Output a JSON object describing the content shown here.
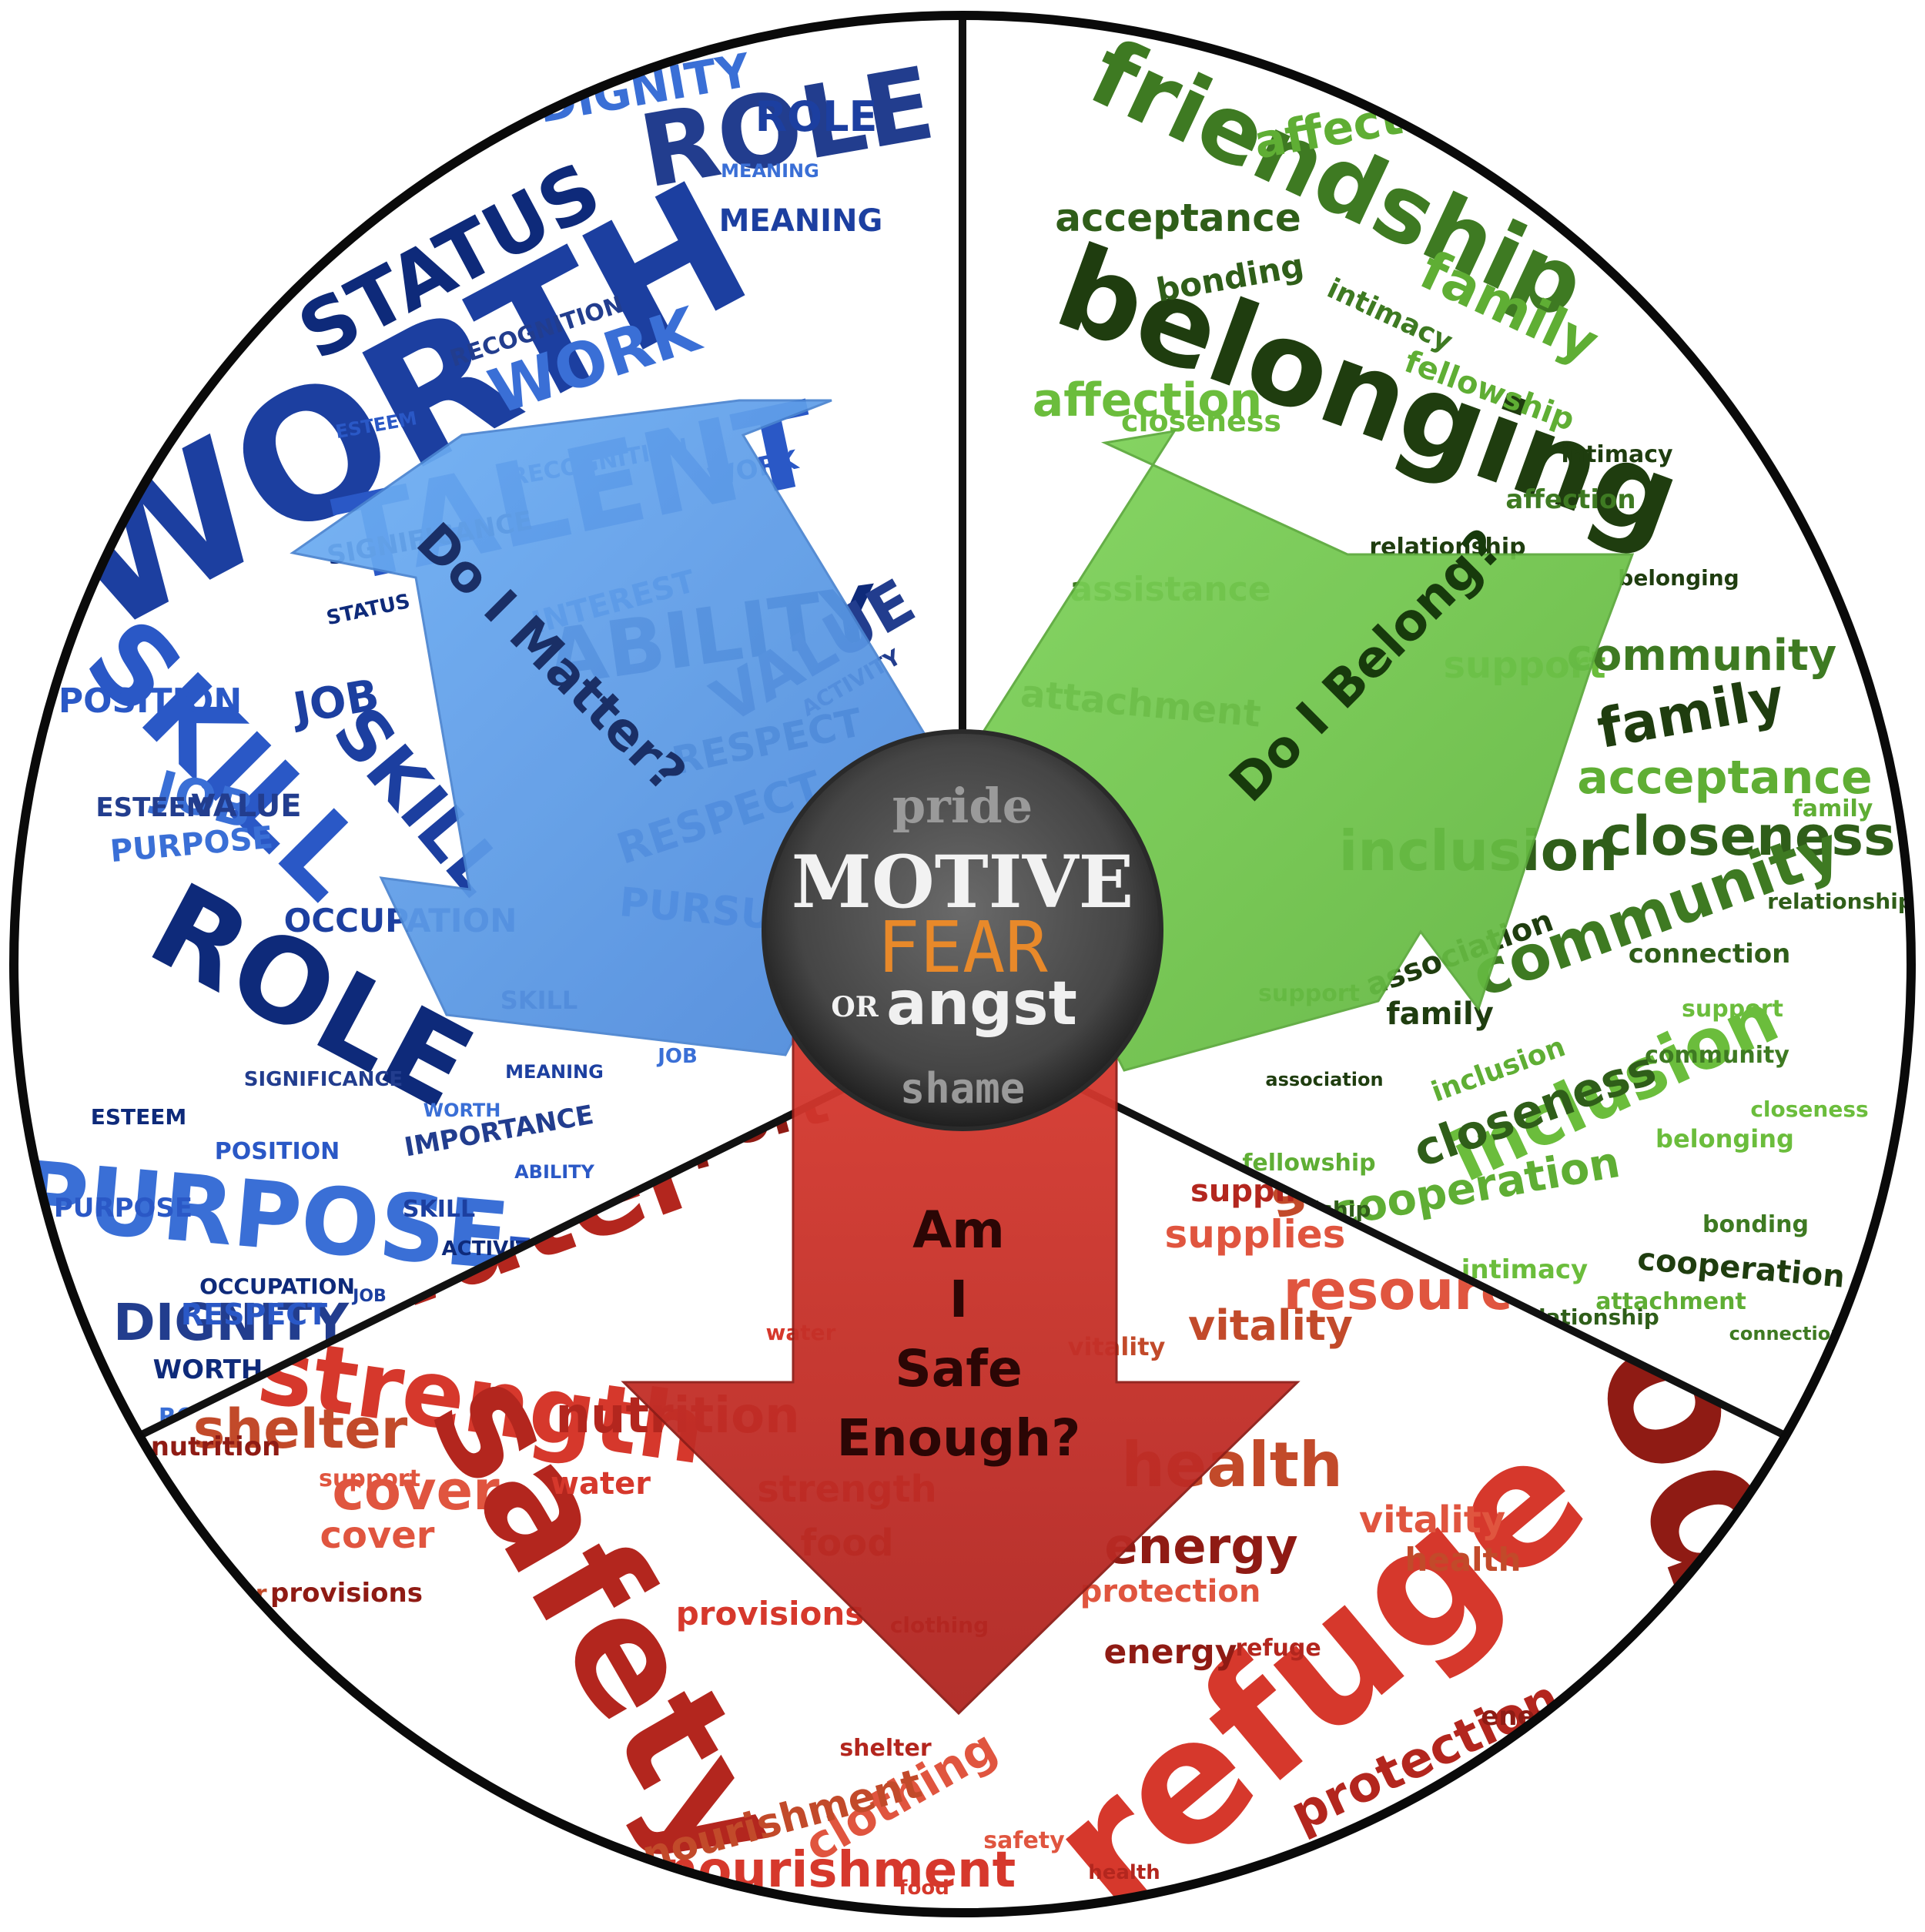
{
  "hub": {
    "pride": "pride",
    "motive": "MOTIVE",
    "fear": "FEAR",
    "or": "OR",
    "angst": "angst",
    "shame": "shame"
  },
  "questions": {
    "matter": "Do I Matter?",
    "belong": "Do I Belong?",
    "safe_1": "Am",
    "safe_2": "I",
    "safe_3": "Safe",
    "safe_4": "Enough?"
  },
  "colors": {
    "blue_words": "#1c3fa0",
    "green_words": "#3e7a22",
    "red_words": "#b3261e",
    "blue_arrow": "#5a9be8",
    "green_arrow": "#6cc24a",
    "red_arrow": "#c8302a",
    "hub": "#4a4a4a",
    "fear": "#e8892a"
  },
  "sections": {
    "worth": {
      "words": [
        "WORTH",
        "TALENT",
        "STATUS",
        "DIGNITY",
        "ROLE",
        "MEANING",
        "SKILL",
        "ABILITY",
        "WORK",
        "RECOGNITION",
        "JOB",
        "ESTEEM",
        "SIGNIFICANCE",
        "INTEREST",
        "VALUE",
        "RESPECT",
        "POSITION",
        "IMPORTANCE",
        "PURPOSE",
        "ACTIVITY",
        "OCCUPATION",
        "PURSUIT",
        "STATUS",
        "JOB",
        "ESTEEM",
        "SKILL",
        "RECOGNITION",
        "RESPECT",
        "MEANING",
        "VALUE",
        "ROLE",
        "WORK",
        "ROLE",
        "PURPOSE",
        "DIGNITY",
        "SKILL",
        "RESPECT",
        "WORTH",
        "ROLE",
        "IMPORTANCE",
        "MEANING",
        "POSITION",
        "OCCUPATION",
        "INTEREST",
        "SIGNIFICANCE",
        "VALUE",
        "TALENT",
        "ACTIVITY",
        "WORK",
        "STATUS",
        "JOB",
        "PURPOSE",
        "ESTEEM",
        "WORTH",
        "SKILL",
        "DIGNITY",
        "ABILITY",
        "PURSUIT",
        "JOB"
      ]
    },
    "belonging": {
      "words": [
        "friendship",
        "belonging",
        "affection",
        "acceptance",
        "closeness",
        "intimacy",
        "relationship",
        "family",
        "bonding",
        "affection",
        "assistance",
        "attachment",
        "fellowship",
        "inclusion",
        "support",
        "community",
        "family",
        "acceptance",
        "closeness",
        "inclusion",
        "community",
        "association",
        "cooperation",
        "connection",
        "support",
        "community",
        "family",
        "inclusion",
        "closeness",
        "belonging",
        "bonding",
        "cooperation",
        "attachment",
        "relationship",
        "intimacy",
        "connection",
        "association",
        "fellowship",
        "friendship",
        "assistance",
        "support",
        "belonging",
        "family",
        "relationship",
        "closeness",
        "affection",
        "intimacy",
        "community"
      ]
    },
    "safety": {
      "words": [
        "water",
        "support",
        "strength",
        "shelter",
        "cover",
        "safety",
        "food",
        "refuge",
        "health",
        "resources",
        "nutrition",
        "clothing",
        "nourishment",
        "vitality",
        "supplies",
        "protection",
        "energy",
        "provisions",
        "safety",
        "vitality",
        "supplies",
        "protection",
        "resources",
        "health",
        "cover",
        "refuge",
        "energy",
        "water",
        "food",
        "clothing",
        "shelter",
        "provisions",
        "strength",
        "nourishment",
        "protection",
        "refuge",
        "nutrition",
        "water",
        "vitality",
        "safety",
        "health",
        "energy",
        "food",
        "cover",
        "support"
      ]
    }
  }
}
